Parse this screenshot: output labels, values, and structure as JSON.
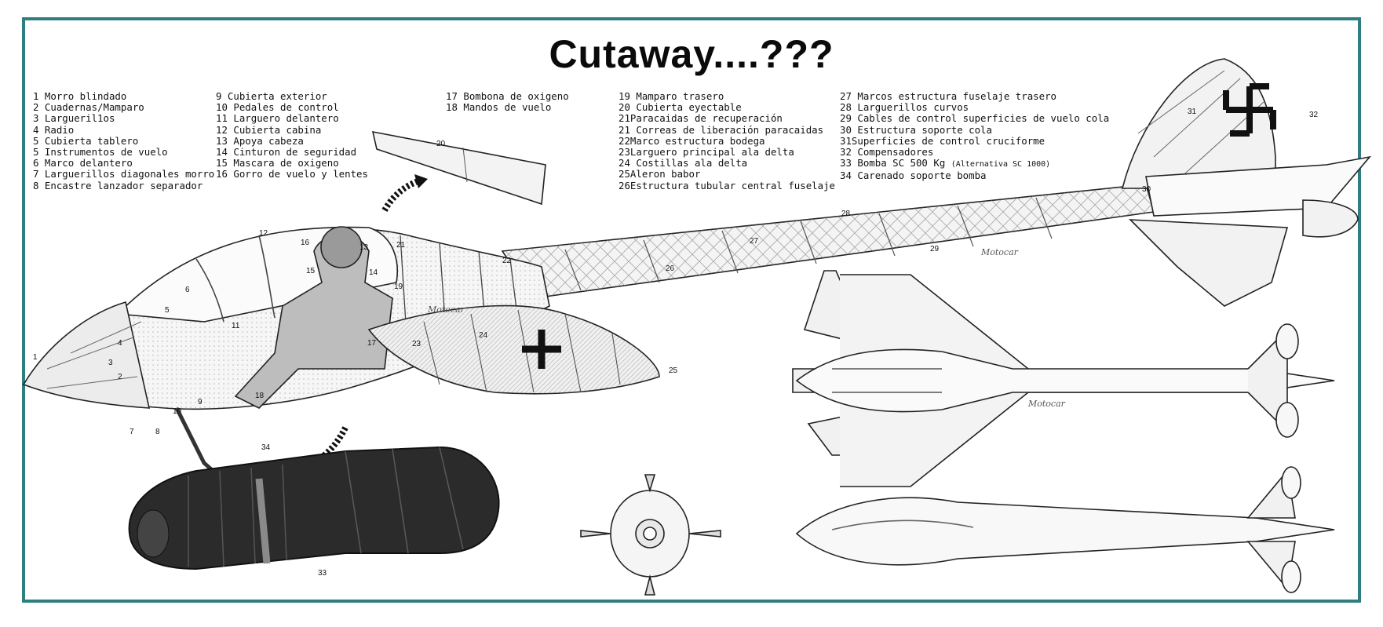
{
  "title": "Cutaway....???",
  "legend": {
    "col1": [
      "1 Morro blindado",
      "2 Cuadernas/Mamparo",
      "3 Largueril1os",
      "4 Radio",
      "5 Cubierta tablero",
      "5 Instrumentos de vuelo",
      "6 Marco delantero",
      "7 Larguerillos diagonales morro",
      "8 Encastre lanzador separador"
    ],
    "col2": [
      "9 Cubierta exterior",
      "10 Pedales de control",
      "11 Larguero delantero",
      "12 Cubierta cabina",
      "13 Apoya cabeza",
      "14 Cinturon de seguridad",
      "15 Mascara de oxigeno",
      "16 Gorro de vuelo y lentes"
    ],
    "col3": [
      "17 Bombona de oxigeno",
      "18 Mandos de vuelo"
    ],
    "col4": [
      "19 Mamparo trasero",
      "20 Cubierta eyectable",
      "21Paracaidas de recuperación",
      "21 Correas de liberación paracaidas",
      "22Marco estructura bodega",
      "23Larguero principal ala delta",
      "24 Costillas ala delta",
      "25Aleron babor",
      "26Estructura tubular central fuselaje"
    ],
    "col5": [
      "27 Marcos estructura fuselaje trasero",
      "28 Larguerillos curvos",
      "29 Cables de control superficies de vuelo cola",
      "30 Estructura soporte cola",
      "31Superficies de control cruciforme",
      "32 Compensadores"
    ],
    "col5_item33_main": "33 Bomba SC 500 Kg ",
    "col5_item33_note": "(Alternativa SC 1000)",
    "col5_item34": "34 Carenado soporte bomba"
  },
  "callouts": [
    "1",
    "2",
    "3",
    "4",
    "5",
    "6",
    "7",
    "8",
    "9",
    "10",
    "11",
    "12",
    "13",
    "14",
    "15",
    "16",
    "17",
    "18",
    "19",
    "20",
    "21",
    "22",
    "23",
    "24",
    "25",
    "26",
    "27",
    "28",
    "29",
    "30",
    "31",
    "32",
    "33",
    "34"
  ],
  "logo_text": "Motocar",
  "colors": {
    "frame": "#2f7f82",
    "ink": "#222222",
    "bomb": "#2b2b2b"
  }
}
